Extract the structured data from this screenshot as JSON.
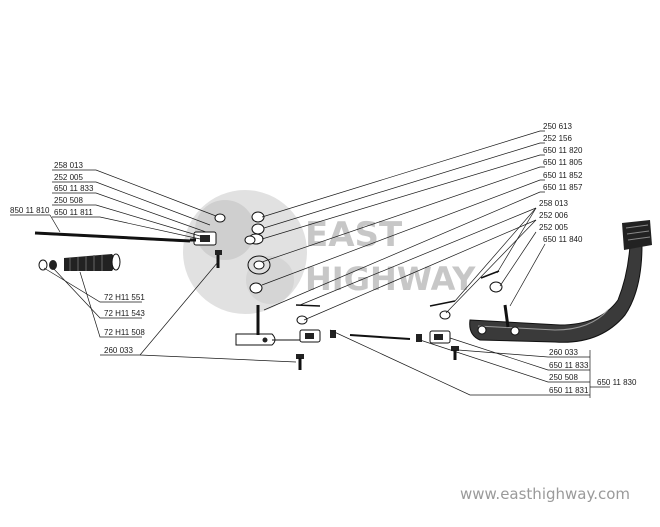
{
  "watermark": {
    "line1": "EAST",
    "line2": "HIGHWAY",
    "url": "www.easthighway.com"
  },
  "labels": {
    "l258013_left": "258 013",
    "l252005_left": "252 005",
    "l650011833_left": "650 11 833",
    "l250508_left": "250 508",
    "l650011811": "650 11 811",
    "l850011810": "850 11 810",
    "l72011551": "72 Н11 551",
    "l72011543": "72 Н11 543",
    "l72011508": "72 Н11 508",
    "l260033_left": "260 033",
    "l250613": "250 613",
    "l252156": "252 156",
    "l650011820": "650 11 820",
    "l650011805": "650 11 805",
    "l650011852": "650 11 852",
    "l650011857": "650 11 857",
    "l258013_right": "258 013",
    "l252006": "252 006",
    "l252005_right": "252 005",
    "l650011840": "650 11 840",
    "l260033_right": "260 033",
    "l650011833_right": "650 11 833",
    "l250508_right": "250 508",
    "l650011831": "650 11 831",
    "l650011830": "650 11 830"
  }
}
